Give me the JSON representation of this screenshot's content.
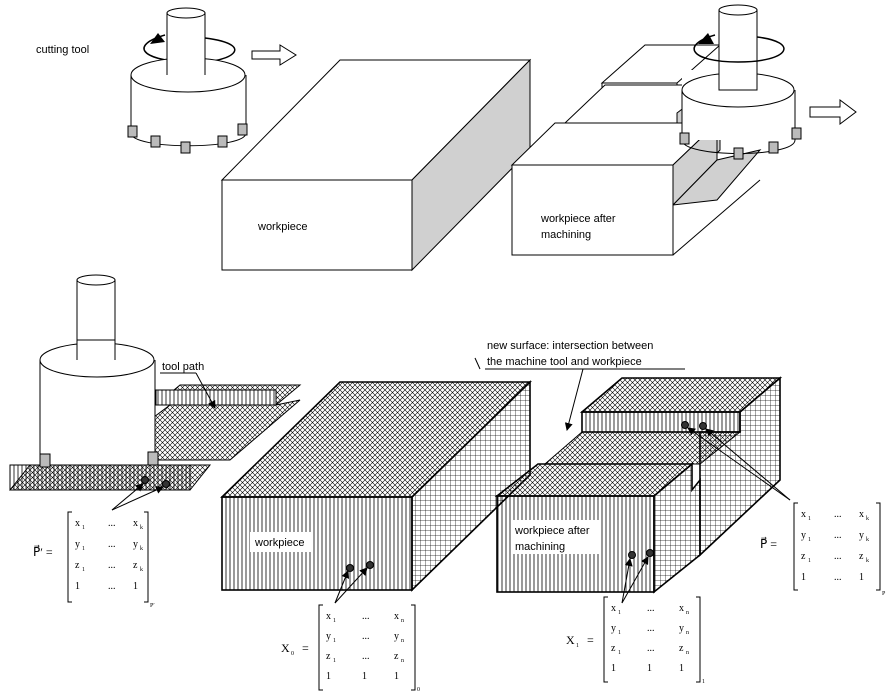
{
  "labels": {
    "cutting_tool": "cutting tool",
    "workpiece_top": "workpiece",
    "workpiece_after_top_line1": "workpiece after",
    "workpiece_after_top_line2": "machining",
    "tool_path": "tool path",
    "new_surface_line1": "new surface: intersection between",
    "new_surface_line2": "the machine tool and workpiece",
    "workpiece_bottom": "workpiece",
    "workpiece_after_bottom_line1": "workpiece after",
    "workpiece_after_bottom_line2": "machining"
  },
  "matrices": {
    "p_prime": {
      "lhs": "P⃗′ =",
      "rows": [
        [
          "x",
          "1",
          "...",
          "x",
          "k"
        ],
        [
          "y",
          "1",
          "...",
          "y",
          "k"
        ],
        [
          "z",
          "1",
          "...",
          "z",
          "k"
        ],
        [
          "1",
          "",
          "...",
          "1",
          ""
        ]
      ],
      "subscript": "P′"
    },
    "x0": {
      "lhs": "X",
      "lhs_sub": "0",
      "eq": "=",
      "rows": [
        [
          "x",
          "1",
          "...",
          "x",
          "n"
        ],
        [
          "y",
          "1",
          "...",
          "y",
          "n"
        ],
        [
          "z",
          "1",
          "...",
          "z",
          "n"
        ],
        [
          "1",
          "",
          "1",
          "1",
          ""
        ]
      ],
      "subscript": "0"
    },
    "x1": {
      "lhs": "X",
      "lhs_sub": "1",
      "eq": "=",
      "rows": [
        [
          "x",
          "1",
          "...",
          "x",
          "n"
        ],
        [
          "y",
          "1",
          "...",
          "y",
          "n"
        ],
        [
          "z",
          "1",
          "...",
          "z",
          "n"
        ],
        [
          "1",
          "",
          "1",
          "1",
          ""
        ]
      ],
      "subscript": "1"
    },
    "p": {
      "lhs": "P⃗ =",
      "rows": [
        [
          "x",
          "1",
          "...",
          "x",
          "k"
        ],
        [
          "y",
          "1",
          "...",
          "y",
          "k"
        ],
        [
          "z",
          "1",
          "...",
          "z",
          "k"
        ],
        [
          "1",
          "",
          "...",
          "1",
          ""
        ]
      ],
      "subscript": "P"
    }
  }
}
